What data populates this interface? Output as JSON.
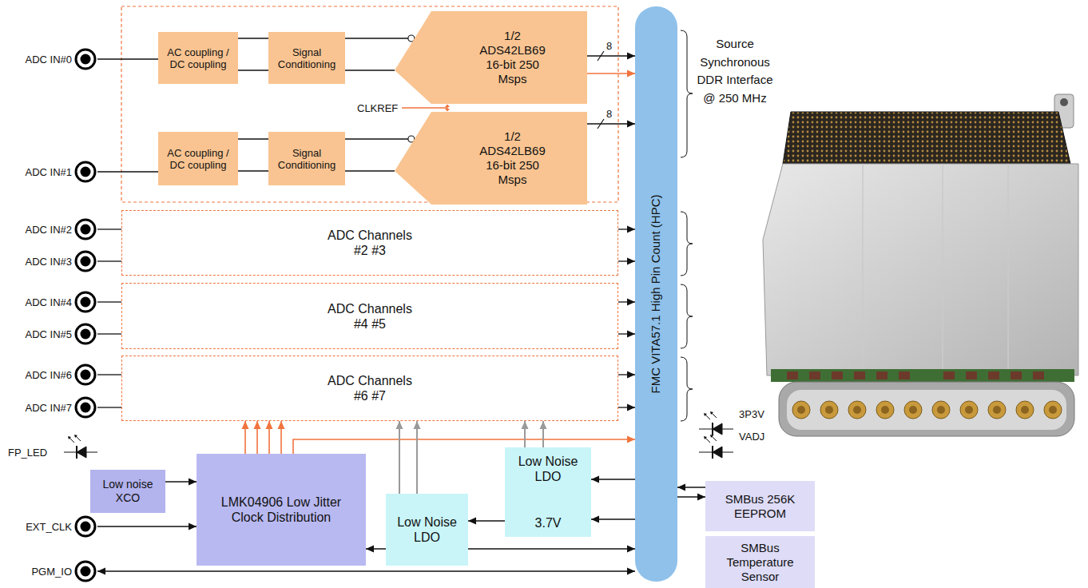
{
  "diagram": {
    "nodes": [
      {
        "text": [
          "ADC IN#0"
        ]
      },
      {
        "text": [
          "AC coupling / DC coupling"
        ]
      },
      {
        "text": [
          "Signal Conditioning"
        ]
      },
      {
        "text": [
          "1/2 ADS42LB69 16-bit 250 Msps"
        ]
      },
      {
        "text": [
          "AC coupling / DC coupling"
        ]
      },
      {
        "text": [
          "Signal Conditioning"
        ]
      },
      {
        "text": [
          "1/2 ADS42LB69 16-bit 250 Msps"
        ]
      },
      {
        "text": [
          "ADC IN#1"
        ]
      },
      {
        "text": [
          "ADC IN#2"
        ]
      },
      {
        "text": [
          "ADC IN#3"
        ]
      },
      {
        "text": [
          "ADC Channels #2 #3"
        ]
      },
      {
        "text": [
          "ADC IN#4"
        ]
      },
      {
        "text": [
          "ADC IN#5"
        ]
      },
      {
        "text": [
          "ADC Channels #4 #5"
        ]
      },
      {
        "text": [
          "ADC IN#6"
        ]
      },
      {
        "text": [
          "ADC IN#7"
        ]
      },
      {
        "text": [
          "ADC Channels #6 #7"
        ]
      },
      {
        "text": [
          "FMC VITA57.1 High Pin Count (HPC)"
        ]
      },
      {
        "text": [
          "Low noise XCO"
        ]
      },
      {
        "text": [
          "LMK04906 Low Jitter Clock Distribution"
        ]
      },
      {
        "text": [
          "EXT_CLK"
        ]
      },
      {
        "text": [
          "PGM_IO"
        ]
      },
      {
        "text": [
          "Low Noise LDO"
        ]
      },
      {
        "text": [
          "Low Noise LDO",
          "3.7V"
        ]
      },
      {
        "text": [
          "SMBus 256K EEPROM"
        ]
      },
      {
        "text": [
          "SMBus Temperature Sensor"
        ]
      }
    ],
    "edges": [
      {
        "from": 0,
        "to": 1,
        "arrow": "none"
      },
      {
        "from": 1,
        "to": 2,
        "arrow": "none"
      },
      {
        "from": 1,
        "to": 2,
        "arrow": "none"
      },
      {
        "from": 2,
        "to": 3,
        "arrow": "none"
      },
      {
        "from": 2,
        "to": 3,
        "arrow": "none"
      },
      {
        "from": 3,
        "to": 17,
        "label": "8",
        "arrow": "to"
      },
      {
        "from": 3,
        "to": 17,
        "arrow": "to"
      },
      {
        "from": 7,
        "to": 4,
        "arrow": "none"
      },
      {
        "from": 4,
        "to": 5,
        "arrow": "none"
      },
      {
        "from": 4,
        "to": 5,
        "arrow": "none"
      },
      {
        "from": 5,
        "to": 6,
        "arrow": "none"
      },
      {
        "from": 5,
        "to": 6,
        "arrow": "none"
      },
      {
        "from": 6,
        "to": 17,
        "label": "8",
        "arrow": "to"
      },
      {
        "from": 8,
        "to": 10,
        "arrow": "none"
      },
      {
        "from": 9,
        "to": 10,
        "arrow": "none"
      },
      {
        "from": 10,
        "to": 17,
        "arrow": "to"
      },
      {
        "from": 10,
        "to": 17,
        "arrow": "to"
      },
      {
        "from": 11,
        "to": 13,
        "arrow": "none"
      },
      {
        "from": 12,
        "to": 13,
        "arrow": "none"
      },
      {
        "from": 13,
        "to": 17,
        "arrow": "to"
      },
      {
        "from": 13,
        "to": 17,
        "arrow": "to"
      },
      {
        "from": 14,
        "to": 16,
        "arrow": "none"
      },
      {
        "from": 15,
        "to": 16,
        "arrow": "none"
      },
      {
        "from": 16,
        "to": 17,
        "arrow": "to"
      },
      {
        "from": 16,
        "to": 17,
        "arrow": "to"
      },
      {
        "from": 18,
        "to": 19,
        "arrow": "to"
      },
      {
        "from": 20,
        "to": 19,
        "arrow": "to"
      },
      {
        "from": 21,
        "to": 17,
        "arrow": "both"
      },
      {
        "from": 19,
        "to": 16,
        "arrow": "to"
      },
      {
        "from": 19,
        "to": 16,
        "arrow": "to"
      },
      {
        "from": 19,
        "to": 16,
        "arrow": "to"
      },
      {
        "from": 19,
        "to": 16,
        "arrow": "to"
      },
      {
        "from": 19,
        "to": 17,
        "arrow": "to"
      },
      {
        "from": 22,
        "to": 16,
        "arrow": "to"
      },
      {
        "from": 22,
        "to": 16,
        "arrow": "to"
      },
      {
        "from": 23,
        "to": 16,
        "arrow": "to"
      },
      {
        "from": 23,
        "to": 16,
        "arrow": "to"
      },
      {
        "from": 17,
        "to": 23,
        "arrow": "to"
      },
      {
        "from": 17,
        "to": 23,
        "arrow": "to"
      },
      {
        "from": 23,
        "to": 22,
        "arrow": "to"
      },
      {
        "from": 19,
        "to": 17,
        "arrow": "both"
      },
      {
        "from": 24,
        "to": 17,
        "arrow": "to"
      },
      {
        "from": 17,
        "to": 24,
        "arrow": "to"
      }
    ],
    "labels": [
      "CLKREF",
      "Source Synchronous DDR Interface @ 250 MHz",
      "FP_LED",
      "3P3V",
      "VADJ"
    ]
  }
}
